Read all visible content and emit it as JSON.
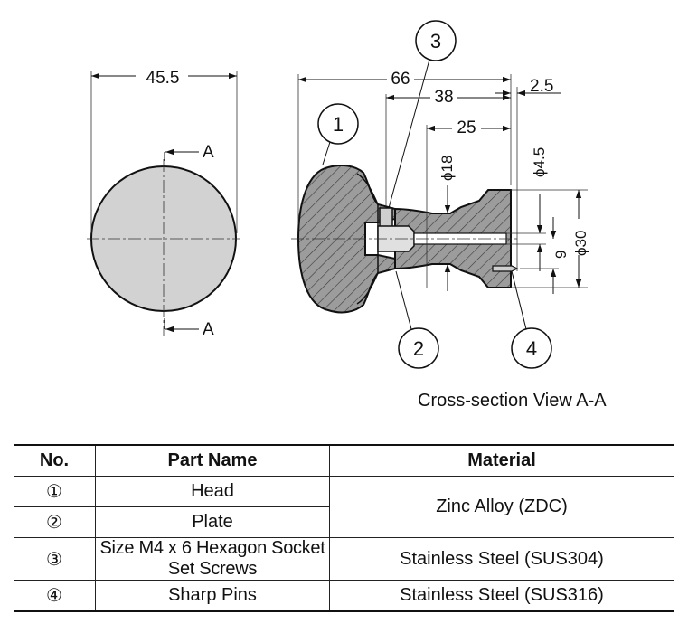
{
  "drawing": {
    "dims": {
      "diameter_front": "45.5",
      "overall_length": "66",
      "d38": "38",
      "d25": "25",
      "d2_5": "2.5",
      "phi18": "ϕ18",
      "phi4_5": "ϕ4.5",
      "phi30": "ϕ30",
      "d9": "9"
    },
    "section_marks": [
      "A",
      "A"
    ],
    "callouts": [
      "1",
      "2",
      "3",
      "4"
    ],
    "caption": "Cross-section View A-A"
  },
  "table": {
    "headers": [
      "No.",
      "Part Name",
      "Material"
    ],
    "rows": [
      {
        "no": "①",
        "name": "Head",
        "material": "Zinc Alloy (ZDC)"
      },
      {
        "no": "②",
        "name": "Plate",
        "material": ""
      },
      {
        "no": "③",
        "name": "Size M4 x 6 Hexagon Socket Set Screws",
        "material": "Stainless Steel (SUS304)"
      },
      {
        "no": "④",
        "name": "Sharp Pins",
        "material": "Stainless Steel (SUS316)"
      }
    ]
  }
}
